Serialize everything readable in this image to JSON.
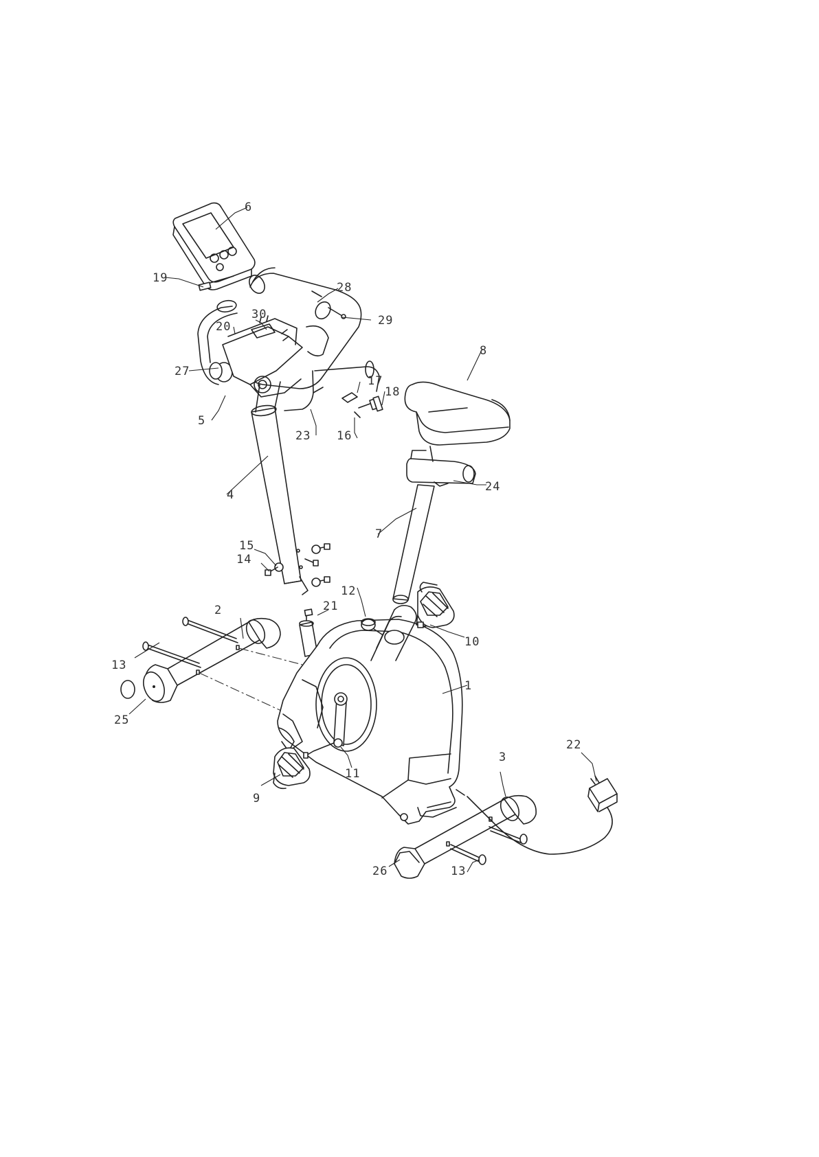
{
  "diagram": {
    "parts": [
      {
        "id": "1"
      },
      {
        "id": "2"
      },
      {
        "id": "3"
      },
      {
        "id": "4"
      },
      {
        "id": "5"
      },
      {
        "id": "6"
      },
      {
        "id": "7"
      },
      {
        "id": "8"
      },
      {
        "id": "9"
      },
      {
        "id": "10"
      },
      {
        "id": "11"
      },
      {
        "id": "12"
      },
      {
        "id": "13a",
        "label": "13"
      },
      {
        "id": "13b",
        "label": "13"
      },
      {
        "id": "14"
      },
      {
        "id": "15"
      },
      {
        "id": "16"
      },
      {
        "id": "17"
      },
      {
        "id": "18"
      },
      {
        "id": "19"
      },
      {
        "id": "20"
      },
      {
        "id": "21"
      },
      {
        "id": "22"
      },
      {
        "id": "23"
      },
      {
        "id": "24"
      },
      {
        "id": "25"
      },
      {
        "id": "26"
      },
      {
        "id": "27"
      },
      {
        "id": "28"
      },
      {
        "id": "29"
      },
      {
        "id": "30"
      }
    ],
    "labels": {
      "p1": "1",
      "p2": "2",
      "p3": "3",
      "p4": "4",
      "p5": "5",
      "p6": "6",
      "p7": "7",
      "p8": "8",
      "p9": "9",
      "p10": "10",
      "p11": "11",
      "p12": "12",
      "p13a": "13",
      "p13b": "13",
      "p14": "14",
      "p15": "15",
      "p16": "16",
      "p17": "17",
      "p18": "18",
      "p19": "19",
      "p20": "20",
      "p21": "21",
      "p22": "22",
      "p23": "23",
      "p24": "24",
      "p25": "25",
      "p26": "26",
      "p27": "27",
      "p28": "28",
      "p29": "29",
      "p30": "30"
    }
  }
}
